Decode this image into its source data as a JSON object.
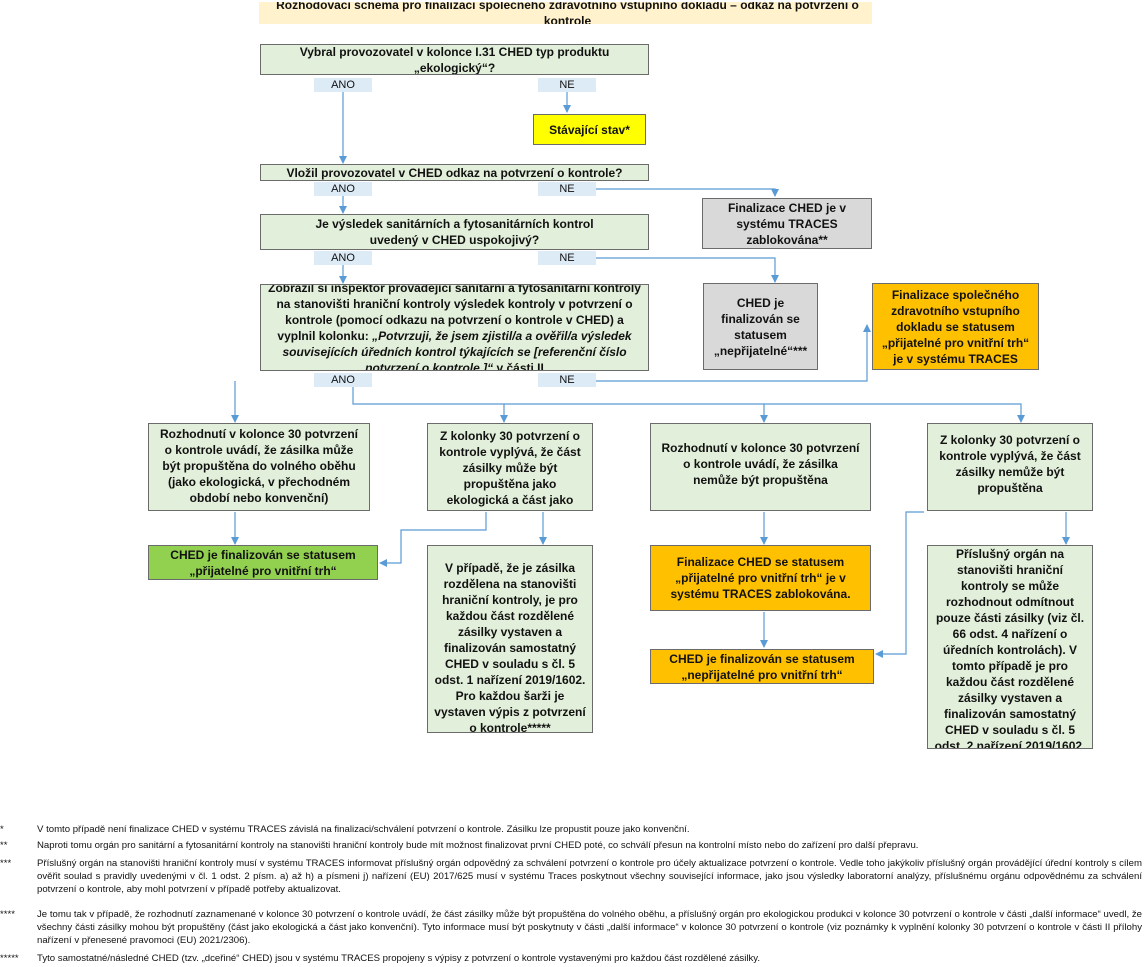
{
  "title": "Rozhodovací schéma pro finalizaci společného zdravotního vstupního dokladu – odkaz na potvrzení o kontrole",
  "q1": "Vybral provozovatel v kolonce I.31 CHED typ produktu „ekologický“?",
  "q2": "Vložil provozovatel v CHED odkaz na potvrzení o kontrole?",
  "q3": "Je výsledek sanitárních a fytosanitárních kontrol uvedený v CHED uspokojivý?",
  "q4": {
    "line1": "Zobrazil si inspektor provádějící sanitární a fytosanitární kontroly na stanovišti hraniční kontroly výsledek kontroly v potvrzení o kontrole (pomocí odkazu na potvrzení o kontrole v CHED) a vyplnil kolonku:",
    "quote": "„Potvrzuji, že jsem zjistil/a a ověřil/a výsledek souvisejících úředních kontrol týkajících se [referenční číslo potvrzení o kontrole ]“",
    "tail": " v části II"
  },
  "labels": {
    "ano": "ANO",
    "ne": "NE"
  },
  "outcomes": {
    "stavajici": "Stávající stav*",
    "zablokovana": "Finalizace CHED je v systému TRACES zablokována**",
    "nepriatelne": "CHED je finalizován se statusem „nepřijatelné“***",
    "spolecny": "Finalizace společného zdravotního vstupního dokladu se statusem „přijatelné pro vnitřní trh“ je v systému TRACES",
    "r1": "Rozhodnutí v kolonce 30 potvrzení o kontrole uvádí, že zásilka může být propuštěna do volného oběhu (jako ekologická, v přechodném období nebo konvenční)",
    "r2": "Z kolonky 30 potvrzení o kontrole vyplývá, že část zásilky může být propuštěna jako ekologická a část jako konvenční****",
    "r3": "Rozhodnutí v kolonce 30 potvrzení o kontrole uvádí, že zásilka nemůže být propuštěna",
    "r4": "Z kolonky 30 potvrzení o kontrole vyplývá, že část zásilky nemůže být propuštěna",
    "f1": "CHED je finalizován se statusem „přijatelné pro vnitřní trh“",
    "f2": "V případě, že je zásilka rozdělena na stanovišti hraniční kontroly, je pro každou část rozdělené zásilky vystaven a finalizován samostatný CHED v souladu s čl. 5 odst. 1 nařízení 2019/1602. Pro každou šarži je vystaven výpis z potvrzení o kontrole*****",
    "f3": "Finalizace CHED se statusem „přijatelné pro vnitřní trh“ je v systému TRACES zablokována.",
    "f4": "CHED je finalizován se statusem „nepřijatelné pro vnitřní trh“",
    "f5": "Příslušný orgán na stanovišti hraniční kontroly se může rozhodnout odmítnout pouze části zásilky (viz čl. 66 odst. 4 nařízení o úředních kontrolách). V tomto případě je pro každou část rozdělené zásilky vystaven a finalizován samostatný CHED v souladu s čl. 5 odst. 2 nařízení 2019/1602. Pro každou šarži je vystaven výpis z potvrzení o"
  },
  "footnotes": [
    {
      "mark": "*",
      "text": "V tomto případě není finalizace CHED v systému TRACES závislá na finalizaci/schválení potvrzení o kontrole. Zásilku lze propustit pouze jako konvenční."
    },
    {
      "mark": "**",
      "text": "Naproti tomu orgán pro sanitární a fytosanitární kontroly na stanovišti hraniční kontroly bude mít možnost finalizovat první CHED poté, co schválí přesun na kontrolní místo nebo do zařízení pro další přepravu."
    },
    {
      "mark": "***",
      "text": "Příslušný orgán na stanovišti hraniční kontroly musí v systému TRACES informovat příslušný orgán odpovědný za schválení potvrzení o kontrole pro účely aktualizace potvrzení o kontrole. Vedle toho jakýkoliv příslušný orgán provádějící úřední kontroly s cílem ověřit soulad s pravidly uvedenými v čl. 1 odst. 2 písm. a) až h) a písmeni j) nařízení (EU) 2017/625 musí v systému Traces poskytnout všechny související informace, jako jsou výsledky laboratorní analýzy, příslušnému orgánu odpovědnému za schválení potvrzení o kontrole, aby mohl potvrzení v případě potřeby aktualizovat."
    },
    {
      "mark": "****",
      "text": "Je tomu tak v případě, že rozhodnutí zaznamenané v kolonce 30 potvrzení o kontrole uvádí, že část zásilky může být propuštěna do volného oběhu, a příslušný orgán pro ekologickou produkci v kolonce 30 potvrzení o kontrole v části „další informace“ uvedl, že všechny části zásilky mohou být propuštěny (část jako ekologická a část jako konvenční). Tyto informace musí být poskytnuty v části „další informace“ v kolonce 30 potvrzení o kontrole (viz poznámky k vyplnění kolonky 30 potvrzení o kontrole v části II přílohy nařízení v přenesené pravomoci (EU) 2021/2306)."
    },
    {
      "mark": "*****",
      "text": "Tyto samostatné/následné CHED (tzv. „dceřiné“ CHED) jsou v systému TRACES propojeny s výpisy z potvrzení o kontrole vystavenými pro každou část rozdělené zásilky."
    }
  ],
  "colors": {
    "arrow": "#5b9bd5",
    "question": "#e2efda",
    "label": "#ddebf7",
    "orange": "#ffc000",
    "yellow": "#ffff00",
    "gray": "#d9d9d9",
    "green": "#92d050"
  }
}
